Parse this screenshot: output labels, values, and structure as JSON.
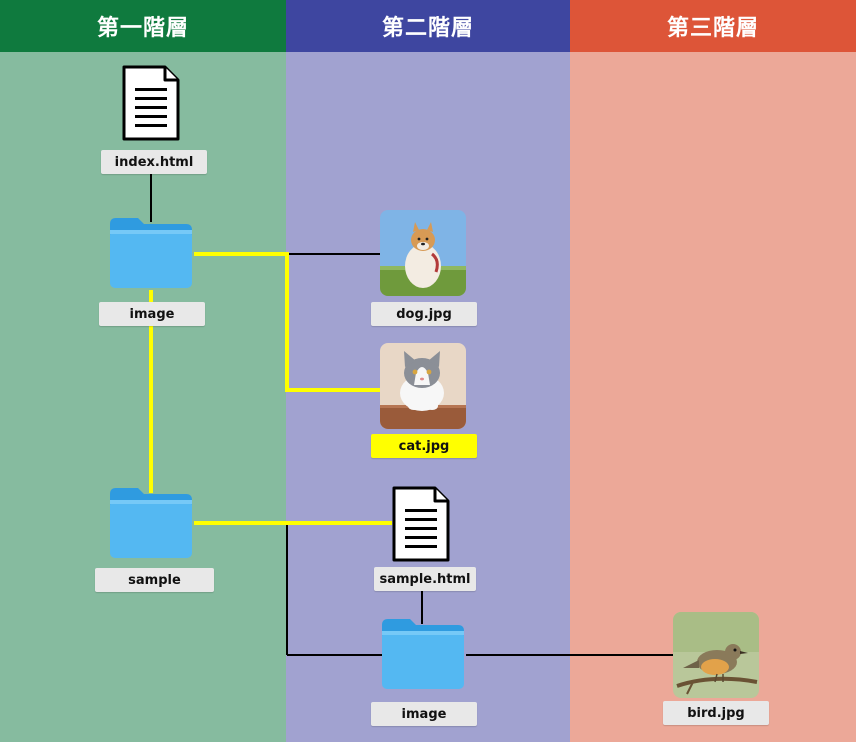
{
  "levels": {
    "first": "第一階層",
    "second": "第二階層",
    "third": "第三階層"
  },
  "nodes": {
    "index_html": "index.html",
    "image_folder_1": "image",
    "sample_folder": "sample",
    "dog_jpg": "dog.jpg",
    "cat_jpg": "cat.jpg",
    "sample_html": "sample.html",
    "image_folder_2": "image",
    "bird_jpg": "bird.jpg"
  },
  "colors": {
    "level1_header": "#0f7a3e",
    "level2_header": "#3e46a0",
    "level3_header": "#dd5538",
    "highlight_path": "#ffff00"
  }
}
